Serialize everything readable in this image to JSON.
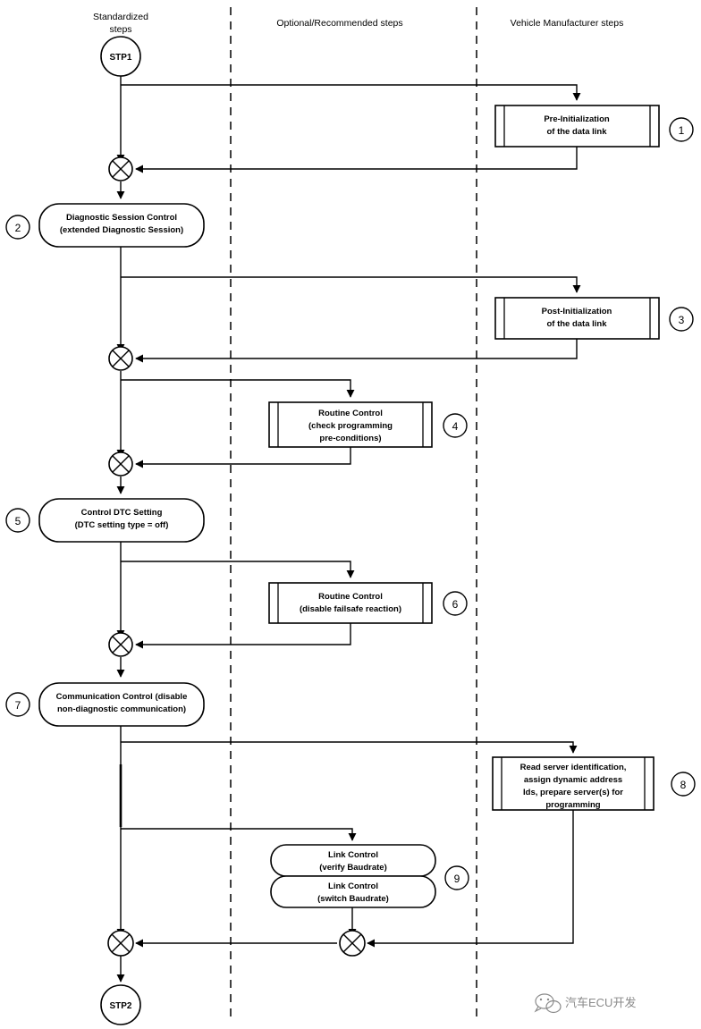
{
  "diagram": {
    "title": "ECU programming sequence flowchart",
    "columns": [
      {
        "id": "standardized",
        "label_line1": "Standardized",
        "label_line2": "steps"
      },
      {
        "id": "optional",
        "label_line1": "Optional/Recommended steps",
        "label_line2": ""
      },
      {
        "id": "vehicle-manufacturer",
        "label_line1": "Vehicle Manufacturer steps",
        "label_line2": ""
      }
    ],
    "terminators": {
      "start": "STP1",
      "end": "STP2"
    },
    "steps": [
      {
        "number": "1",
        "shape": "subroutine",
        "column": "vehicle-manufacturer",
        "lines": [
          "Pre-Initialization",
          "of the data link"
        ]
      },
      {
        "number": "2",
        "shape": "rounded",
        "column": "standardized",
        "lines": [
          "Diagnostic Session Control",
          "(extended Diagnostic Session)"
        ]
      },
      {
        "number": "3",
        "shape": "subroutine",
        "column": "vehicle-manufacturer",
        "lines": [
          "Post-Initialization",
          "of the data link"
        ]
      },
      {
        "number": "4",
        "shape": "subroutine",
        "column": "optional",
        "lines": [
          "Routine Control",
          "(check programming",
          "pre-conditions)"
        ]
      },
      {
        "number": "5",
        "shape": "rounded",
        "column": "standardized",
        "lines": [
          "Control DTC Setting",
          "(DTC setting type = off)"
        ]
      },
      {
        "number": "6",
        "shape": "subroutine",
        "column": "optional",
        "lines": [
          "Routine Control",
          "(disable failsafe reaction)"
        ]
      },
      {
        "number": "7",
        "shape": "rounded",
        "column": "standardized",
        "lines": [
          "Communication Control (disable",
          "non-diagnostic communication)"
        ]
      },
      {
        "number": "8",
        "shape": "subroutine",
        "column": "vehicle-manufacturer",
        "lines": [
          "Read server identification,",
          "assign dynamic address",
          "Ids, prepare server(s) for",
          "programming"
        ]
      },
      {
        "number": "9",
        "shape": "rounded-stack",
        "column": "optional",
        "lines_a": [
          "Link Control",
          "(verify Baudrate)"
        ],
        "lines_b": [
          "Link Control",
          "(switch Baudrate)"
        ]
      }
    ],
    "watermark": {
      "text": "汽车ECU开发",
      "icon": "wechat-icon"
    },
    "colors": {
      "stroke": "#000000",
      "background": "#ffffff",
      "watermark": "#8a8a8a"
    }
  }
}
